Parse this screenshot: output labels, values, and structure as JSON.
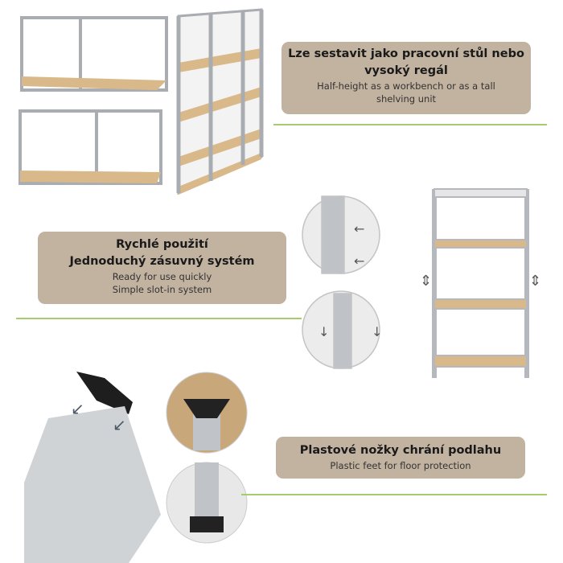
{
  "features": [
    {
      "title": "Lze sestavit jako pracovní stůl nebo vysoký regál",
      "subtitle": "Half-height as a workbench or as a tall shelving unit"
    },
    {
      "title_line1": "Rychlé použití",
      "title_line2": "Jednoduchý zásuvný systém",
      "subtitle_line1": "Ready for use quickly",
      "subtitle_line2": "Simple slot-in system"
    },
    {
      "title": "Plastové nožky chrání podlahu",
      "subtitle": "Plastic feet for floor protection"
    }
  ],
  "colors": {
    "box": "#c2b2a0",
    "line": "#a6cc6e",
    "board": "#d9b98a",
    "metal": "#c9ccd0"
  }
}
